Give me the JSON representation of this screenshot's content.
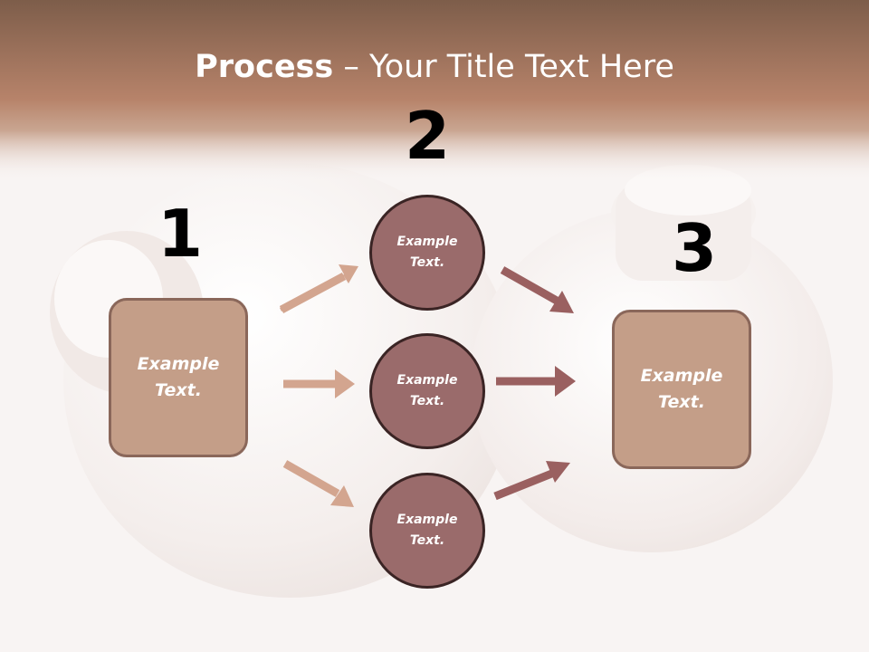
{
  "title": {
    "bold": "Process",
    "rest": " – Your Title Text Here"
  },
  "steps": {
    "one": "1",
    "two": "2",
    "three": "3"
  },
  "left_box": {
    "text": "Example Text.",
    "color": "#c49e88"
  },
  "right_box": {
    "text": "Example Text.",
    "color": "#c49e88"
  },
  "circles": [
    {
      "text": "Example Text."
    },
    {
      "text": "Example Text."
    },
    {
      "text": "Example Text."
    }
  ],
  "colors": {
    "header_band": "#b7836a",
    "circle_fill": "#9a6b6b",
    "arrow_in": "#d3a58f",
    "arrow_out": "#9a6060"
  }
}
